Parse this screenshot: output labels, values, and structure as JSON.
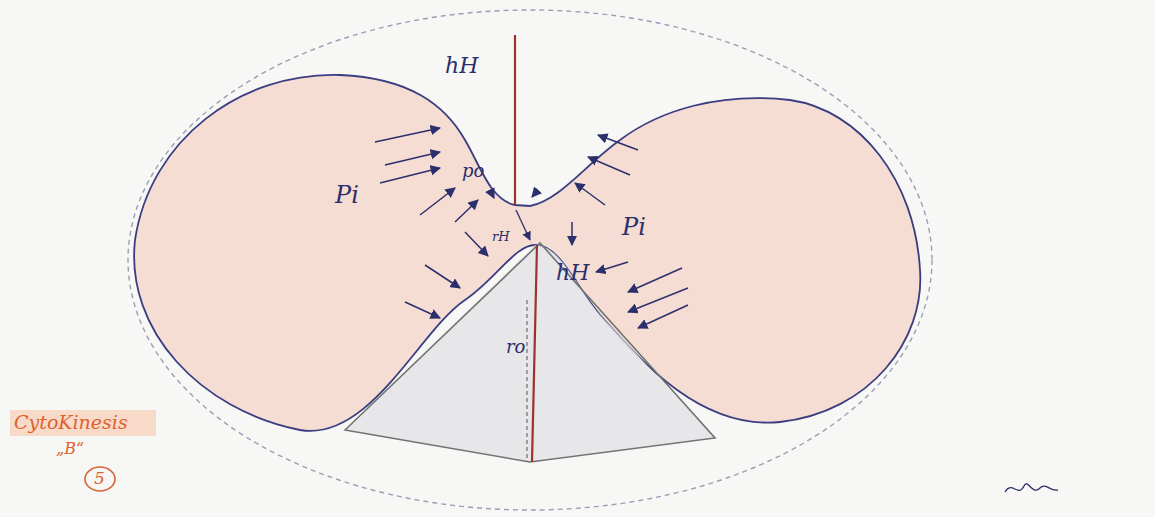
{
  "diagram": {
    "labels": [
      "hH",
      "po",
      "Pi",
      "Pi",
      "rH",
      "hH",
      "ro",
      "CytoKinesis",
      "„B“",
      "5"
    ]
  }
}
